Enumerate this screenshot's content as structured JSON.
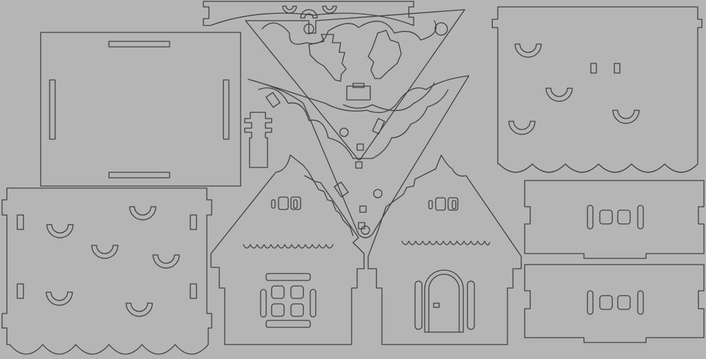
{
  "diagram": {
    "description_visible_text": "",
    "colors": {
      "background": "#b4b5b4",
      "cut_line": "#3d3d3d"
    },
    "parts": [
      {
        "id": "base-plate",
        "label": ""
      },
      {
        "id": "side-wall-left",
        "label": ""
      },
      {
        "id": "front-gable-window",
        "label": ""
      },
      {
        "id": "front-gable-door",
        "label": ""
      },
      {
        "id": "roof-panel-upper",
        "label": ""
      },
      {
        "id": "roof-panel-lower",
        "label": ""
      },
      {
        "id": "chimney-piece",
        "label": ""
      },
      {
        "id": "top-crest-bar",
        "label": ""
      },
      {
        "id": "side-wall-right",
        "label": ""
      },
      {
        "id": "window-strip-upper",
        "label": ""
      },
      {
        "id": "window-strip-lower",
        "label": ""
      }
    ]
  }
}
